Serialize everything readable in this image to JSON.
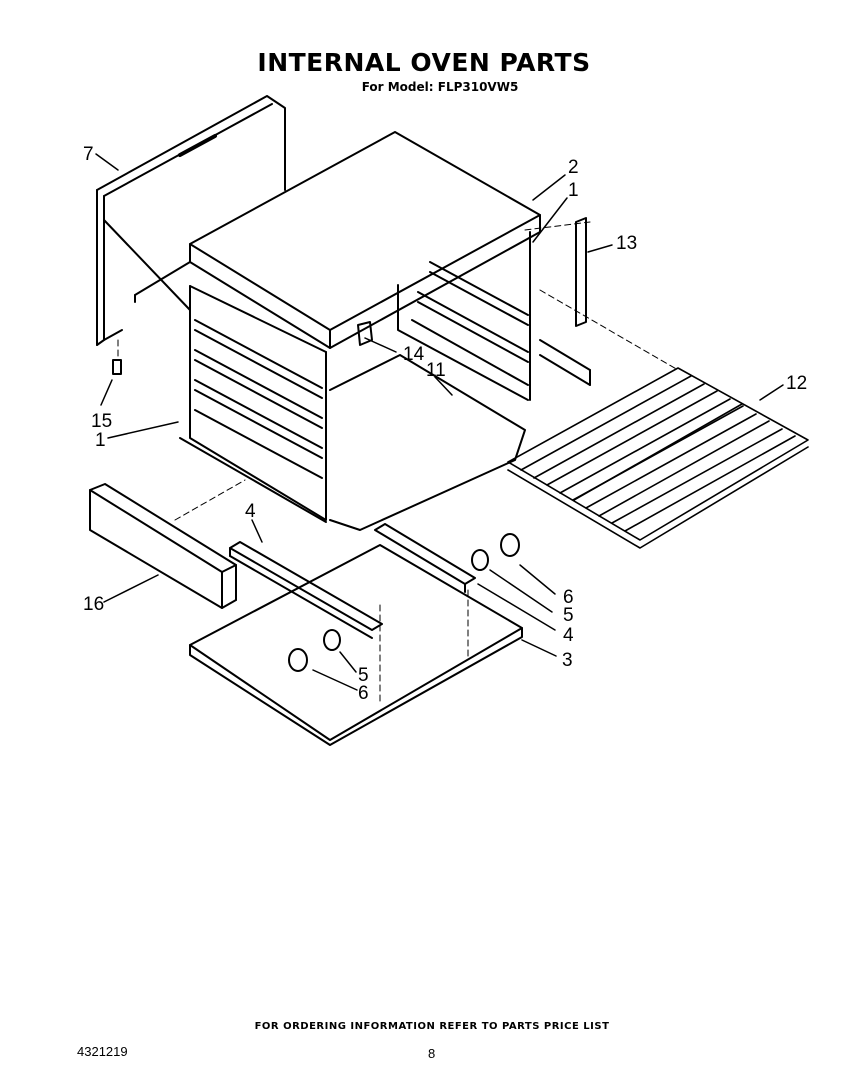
{
  "header": {
    "title": "INTERNAL OVEN PARTS",
    "subtitle": "For Model: FLP310VW5"
  },
  "callouts": {
    "c2": "2",
    "c1a": "1",
    "c13": "13",
    "c7": "7",
    "c14": "14",
    "c11": "11",
    "c12": "12",
    "c15": "15",
    "c1b": "1",
    "c4a": "4",
    "c16": "16",
    "c6a": "6",
    "c5a": "5",
    "c4b": "4",
    "c3": "3",
    "c5b": "5",
    "c6b": "6"
  },
  "footer": {
    "note": "FOR ORDERING INFORMATION REFER TO PARTS PRICE LIST",
    "doc_number": "4321219",
    "page_number": "8"
  }
}
